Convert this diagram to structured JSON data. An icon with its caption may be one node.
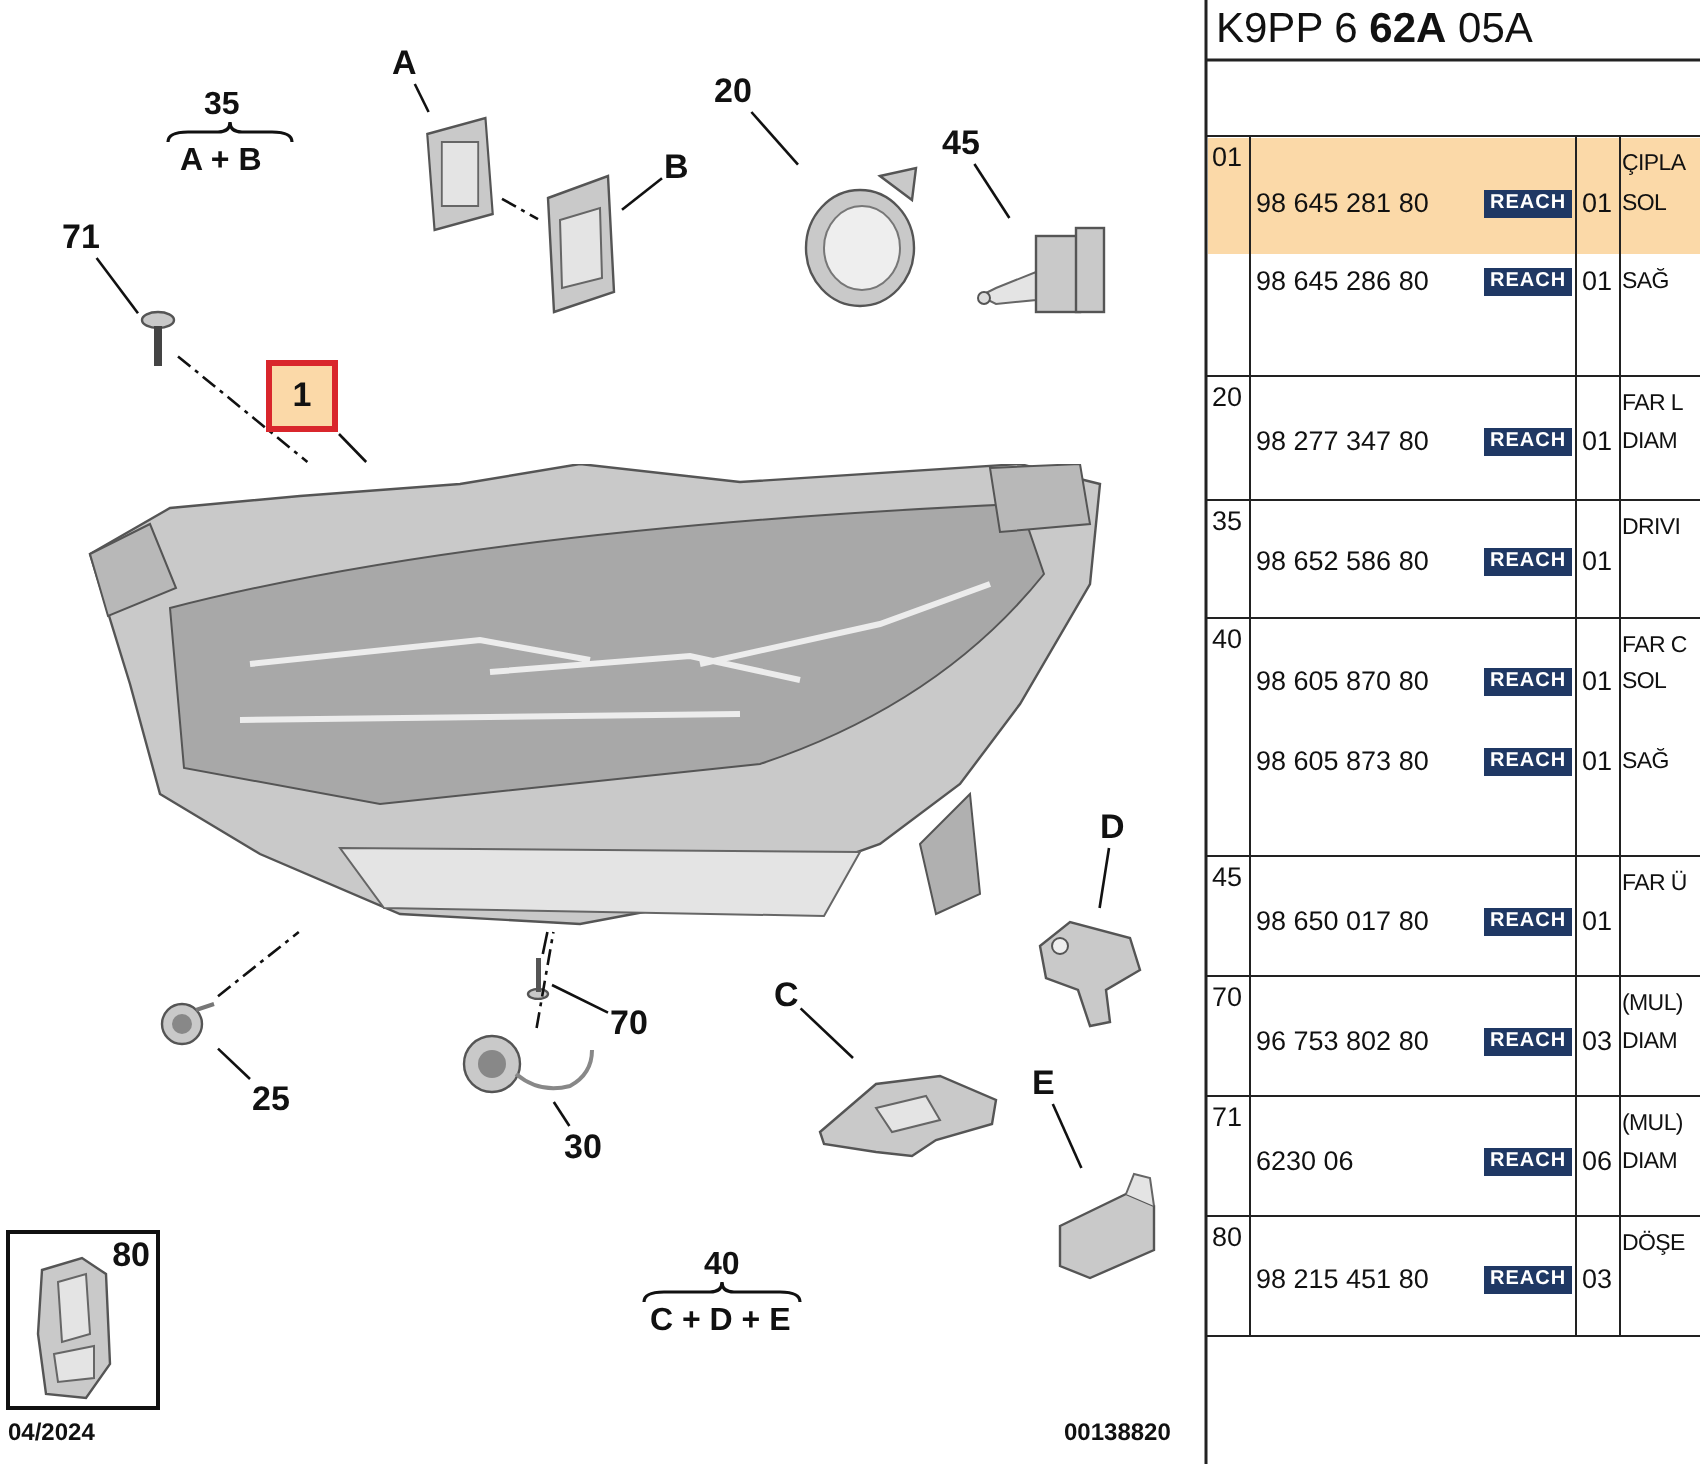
{
  "diagram": {
    "title": "K9PP 6 **62A** 05A",
    "nodes": [
      {
        "text": [
          "1"
        ]
      },
      {
        "text": [],
        "shape": "picture"
      },
      {
        "text": [
          "A"
        ]
      },
      {
        "text": [],
        "shape": "picture"
      },
      {
        "text": [
          "B"
        ]
      },
      {
        "text": [],
        "shape": "picture"
      },
      {
        "text": [
          "20"
        ]
      },
      {
        "text": [],
        "shape": "picture"
      },
      {
        "text": [
          "45"
        ]
      },
      {
        "text": [],
        "shape": "picture"
      },
      {
        "text": [
          "71"
        ]
      },
      {
        "text": [],
        "shape": "picture"
      },
      {
        "text": [
          "25"
        ]
      },
      {
        "text": [],
        "shape": "picture"
      },
      {
        "text": [
          "30"
        ]
      },
      {
        "text": [],
        "shape": "picture"
      },
      {
        "text": [
          "70"
        ]
      },
      {
        "text": [],
        "shape": "picture"
      },
      {
        "text": [
          "C"
        ]
      },
      {
        "text": [],
        "shape": "picture"
      },
      {
        "text": [
          "D"
        ]
      },
      {
        "text": [],
        "shape": "picture"
      },
      {
        "text": [
          "E"
        ]
      },
      {
        "text": [],
        "shape": "picture"
      },
      {
        "text": [
          "80"
        ]
      },
      {
        "text": [],
        "shape": "picture",
        "in": 24
      }
    ],
    "edges": [
      {
        "from": 0,
        "to": 1,
        "arrow": "none"
      },
      {
        "from": 2,
        "to": 3,
        "arrow": "none"
      },
      {
        "from": 4,
        "to": 5,
        "arrow": "none"
      },
      {
        "from": 6,
        "to": 7,
        "arrow": "none"
      },
      {
        "from": 8,
        "to": 9,
        "arrow": "none"
      },
      {
        "from": 10,
        "to": 11,
        "arrow": "none"
      },
      {
        "from": 12,
        "to": 13,
        "arrow": "none"
      },
      {
        "from": 14,
        "to": 15,
        "arrow": "none"
      },
      {
        "from": 16,
        "to": 17,
        "arrow": "none"
      },
      {
        "from": 18,
        "to": 19,
        "arrow": "none"
      },
      {
        "from": 20,
        "to": 21,
        "arrow": "none"
      },
      {
        "from": 22,
        "to": 23,
        "arrow": "none"
      },
      {
        "from": 11,
        "to": 1,
        "arrow": "none",
        "style": "dashed"
      },
      {
        "from": 3,
        "to": 5,
        "arrow": "none",
        "style": "dashed"
      },
      {
        "from": 13,
        "to": 1,
        "arrow": "none",
        "style": "dashed"
      },
      {
        "from": 15,
        "to": 1,
        "arrow": "none",
        "style": "dashed"
      },
      {
        "from": 17,
        "to": 1,
        "arrow": "none"
      }
    ],
    "labels": [
      "01",
      "98 645 281 80",
      "REACH",
      "01",
      "ÇIPLA",
      "SOL",
      "98 645 286 80",
      "REACH",
      "01",
      "SAĞ",
      "20",
      "98 277 347 80",
      "REACH",
      "01",
      "FAR L",
      "DIAM",
      "35",
      "98 652 586 80",
      "REACH",
      "01",
      "DRIVI",
      "40",
      "98 605 870 80",
      "REACH",
      "01",
      "FAR C",
      "SOL",
      "98 605 873 80",
      "REACH",
      "01",
      "SAĞ",
      "45",
      "98 650 017 80",
      "REACH",
      "01",
      "FAR Ü",
      "70",
      "96 753 802 80",
      "REACH",
      "03",
      "(MUL)",
      "DIAM",
      "71",
      "6230 06",
      "REACH",
      "06",
      "(MUL)",
      "DIAM",
      "80",
      "98 215 451 80",
      "REACH",
      "03",
      "DÖŞE",
      "35",
      "A + B",
      "40",
      "C + D + E",
      "04/2024",
      "00138820"
    ]
  }
}
